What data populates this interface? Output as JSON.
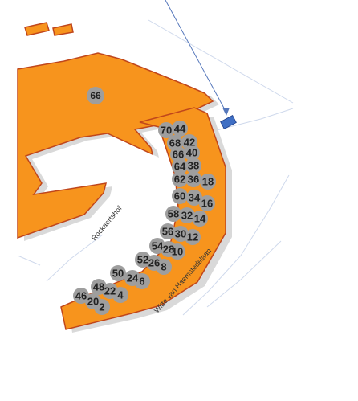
{
  "colors": {
    "building_fill": "#f7941d",
    "building_stroke": "#c0461b",
    "shadow": "#d9d9d9",
    "badge": "#9e9e9e",
    "marker": "#3f6fc4",
    "pointer_line": "#5577bb",
    "road_line": "#cfd9ec"
  },
  "icons": {
    "marker": "blue-square-marker"
  },
  "streets": {
    "rockaertshof": "Rockaertshof",
    "witte": "Witte van Haemstedelaan"
  },
  "house_numbers": [
    "66",
    "70",
    "44",
    "68",
    "42",
    "66",
    "40",
    "64",
    "38",
    "62",
    "36",
    "18",
    "60",
    "34",
    "16",
    "58",
    "32",
    "14",
    "56",
    "30",
    "12",
    "54",
    "28",
    "10",
    "52",
    "26",
    "8",
    "50",
    "24",
    "6",
    "48",
    "22",
    "4",
    "46",
    "20",
    "2"
  ]
}
